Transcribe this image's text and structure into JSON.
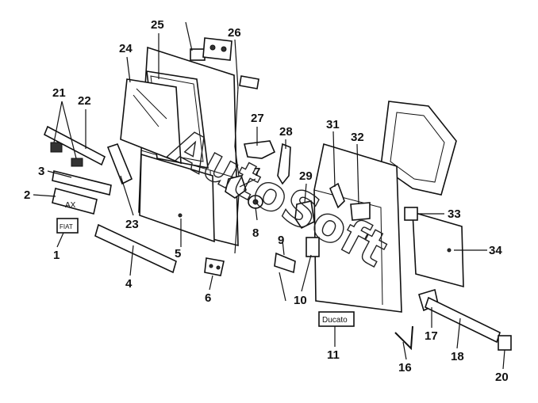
{
  "diagram": {
    "watermark": "AutoSoft",
    "plates": {
      "ax_plate": "AX",
      "fiat_badge": "FIAT",
      "ducato_plate": "Ducato"
    },
    "callouts": [
      "1",
      "2",
      "3",
      "4",
      "5",
      "6",
      "7",
      "8",
      "9",
      "10",
      "11",
      "16",
      "17",
      "18",
      "20",
      "21",
      "22",
      "23",
      "24",
      "25",
      "26",
      "27",
      "28",
      "29",
      "31",
      "32",
      "33",
      "34"
    ]
  }
}
